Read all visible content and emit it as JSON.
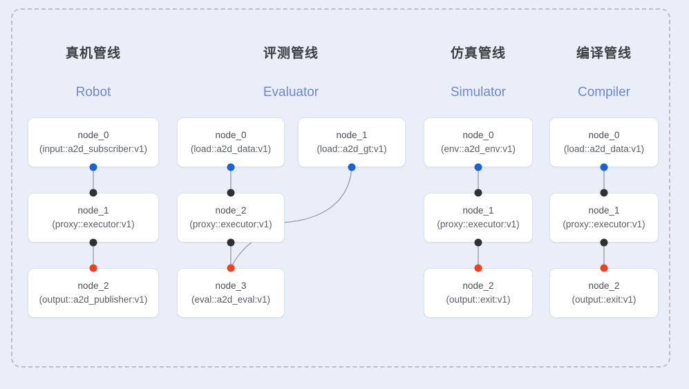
{
  "diagram": {
    "frame": {
      "style": "dashed-rounded-rect",
      "border_color": "#b9bec9"
    },
    "background_color": "#eaeef8",
    "columns": [
      {
        "id": "robot",
        "title_cn": "真机管线",
        "title_en": "Robot",
        "nodes": [
          {
            "id": "robot-node-0",
            "name": "node_0",
            "spec": "(input::a2d_subscriber:v1)"
          },
          {
            "id": "robot-node-1",
            "name": "node_1",
            "spec": "(proxy::executor:v1)"
          },
          {
            "id": "robot-node-2",
            "name": "node_2",
            "spec": "(output::a2d_publisher:v1)"
          }
        ]
      },
      {
        "id": "evaluator",
        "title_cn": "评测管线",
        "title_en": "Evaluator",
        "nodes": [
          {
            "id": "eval-node-0",
            "name": "node_0",
            "spec": "(load::a2d_data:v1)"
          },
          {
            "id": "eval-node-1",
            "name": "node_1",
            "spec": "(load::a2d_gt:v1)"
          },
          {
            "id": "eval-node-2",
            "name": "node_2",
            "spec": "(proxy::executor:v1)"
          },
          {
            "id": "eval-node-3",
            "name": "node_3",
            "spec": "(eval::a2d_eval:v1)"
          }
        ]
      },
      {
        "id": "simulator",
        "title_cn": "仿真管线",
        "title_en": "Simulator",
        "nodes": [
          {
            "id": "sim-node-0",
            "name": "node_0",
            "spec": "(env::a2d_env:v1)"
          },
          {
            "id": "sim-node-1",
            "name": "node_1",
            "spec": "(proxy::executor:v1)"
          },
          {
            "id": "sim-node-2",
            "name": "node_2",
            "spec": "(output::exit:v1)"
          }
        ]
      },
      {
        "id": "compiler",
        "title_cn": "编译管线",
        "title_en": "Compiler",
        "nodes": [
          {
            "id": "comp-node-0",
            "name": "node_0",
            "spec": "(load::a2d_data:v1)"
          },
          {
            "id": "comp-node-1",
            "name": "node_1",
            "spec": "(proxy::executor:v1)"
          },
          {
            "id": "comp-node-2",
            "name": "node_2",
            "spec": "(output::exit:v1)"
          }
        ]
      }
    ],
    "port_colors": {
      "source": "#1a63d6",
      "relay": "#2f3033",
      "sink": "#f2401b"
    },
    "edge_color": "#9aa0ac"
  }
}
